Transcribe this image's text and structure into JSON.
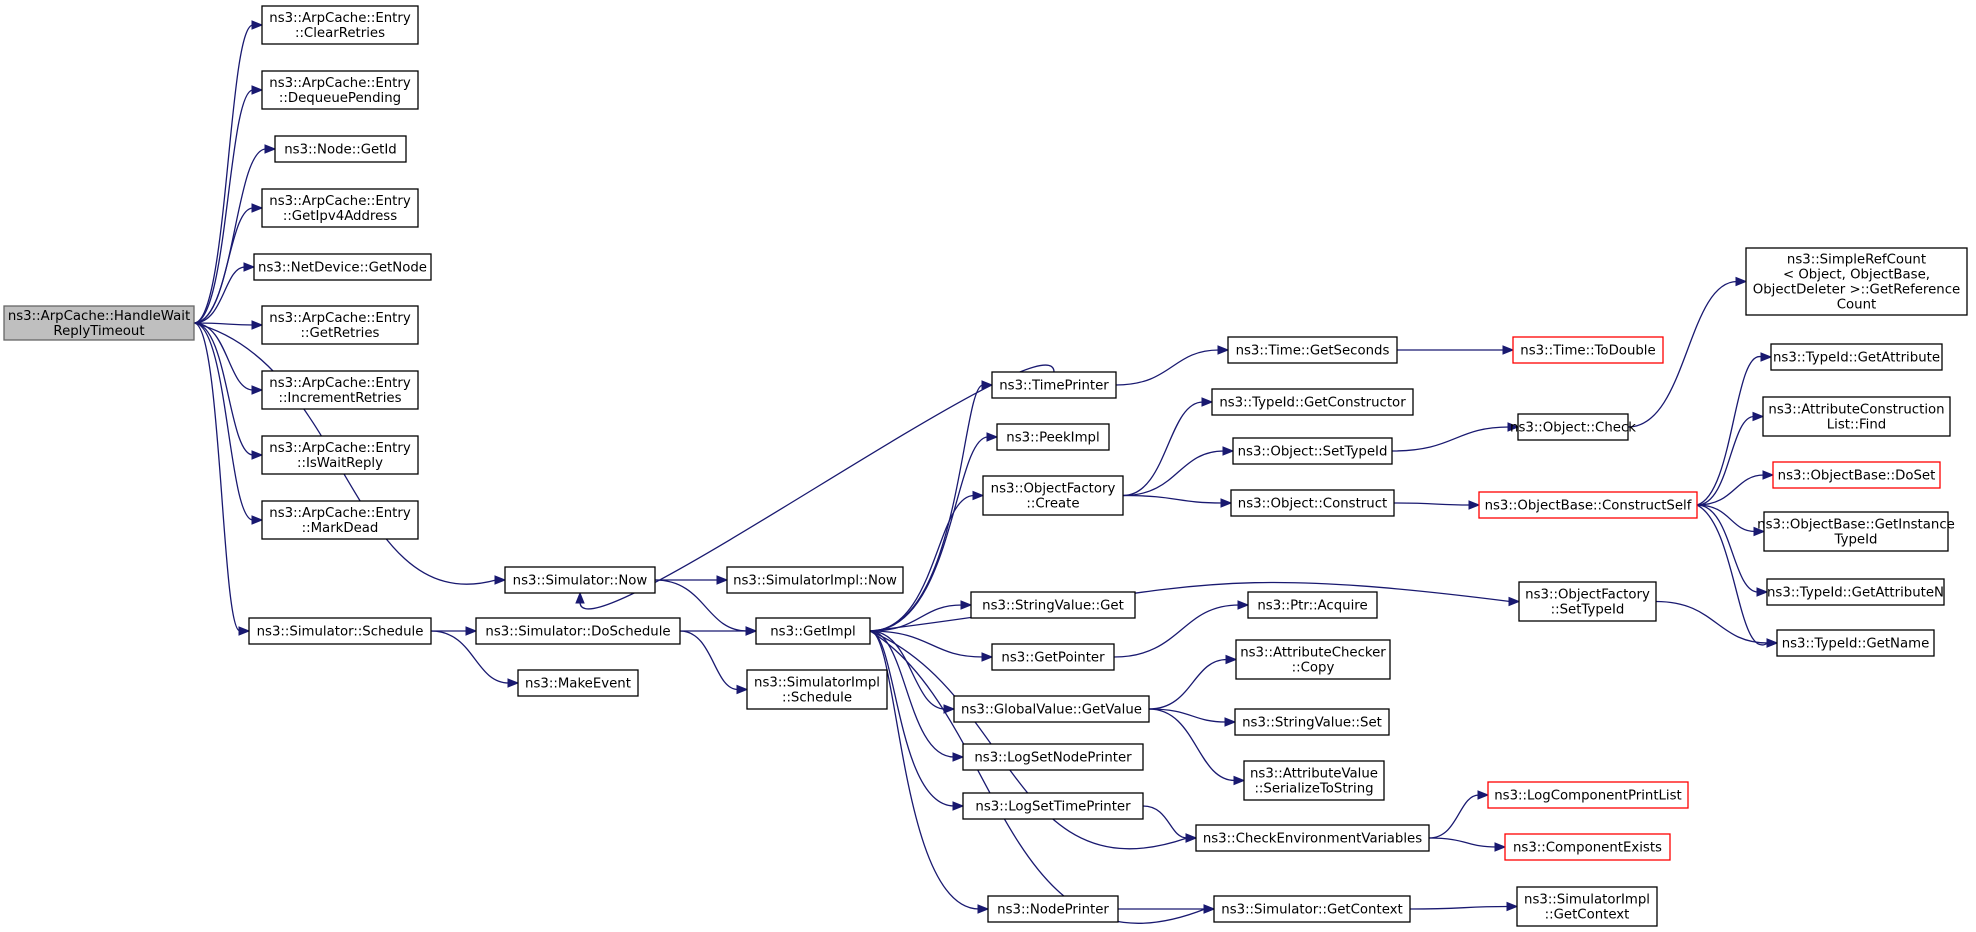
{
  "colors": {
    "edge": "#191970",
    "node_border": "#000000",
    "truncated_border": "#ff0000",
    "root_fill": "#bfbfbf"
  },
  "nodes": [
    {
      "id": "root",
      "lines": [
        "ns3::ArpCache::HandleWait",
        "ReplyTimeout"
      ],
      "style": "root"
    },
    {
      "id": "clearRetries",
      "lines": [
        "ns3::ArpCache::Entry",
        "::ClearRetries"
      ]
    },
    {
      "id": "dequeuePending",
      "lines": [
        "ns3::ArpCache::Entry",
        "::DequeuePending"
      ]
    },
    {
      "id": "nodeGetId",
      "lines": [
        "ns3::Node::GetId"
      ]
    },
    {
      "id": "getIpv4",
      "lines": [
        "ns3::ArpCache::Entry",
        "::GetIpv4Address"
      ]
    },
    {
      "id": "netDevGetNode",
      "lines": [
        "ns3::NetDevice::GetNode"
      ]
    },
    {
      "id": "getRetries",
      "lines": [
        "ns3::ArpCache::Entry",
        "::GetRetries"
      ]
    },
    {
      "id": "incRetries",
      "lines": [
        "ns3::ArpCache::Entry",
        "::IncrementRetries"
      ]
    },
    {
      "id": "isWaitReply",
      "lines": [
        "ns3::ArpCache::Entry",
        "::IsWaitReply"
      ]
    },
    {
      "id": "markDead",
      "lines": [
        "ns3::ArpCache::Entry",
        "::MarkDead"
      ]
    },
    {
      "id": "simNow",
      "lines": [
        "ns3::Simulator::Now"
      ]
    },
    {
      "id": "simSchedule",
      "lines": [
        "ns3::Simulator::Schedule"
      ]
    },
    {
      "id": "simImplNow",
      "lines": [
        "ns3::SimulatorImpl::Now"
      ]
    },
    {
      "id": "doSchedule",
      "lines": [
        "ns3::Simulator::DoSchedule"
      ]
    },
    {
      "id": "makeEvent",
      "lines": [
        "ns3::MakeEvent"
      ]
    },
    {
      "id": "getImpl",
      "lines": [
        "ns3::GetImpl"
      ]
    },
    {
      "id": "simImplSchedule",
      "lines": [
        "ns3::SimulatorImpl",
        "::Schedule"
      ]
    },
    {
      "id": "timePrinter",
      "lines": [
        "ns3::TimePrinter"
      ]
    },
    {
      "id": "peekImpl",
      "lines": [
        "ns3::PeekImpl"
      ]
    },
    {
      "id": "objFactoryCreate",
      "lines": [
        "ns3::ObjectFactory",
        "::Create"
      ]
    },
    {
      "id": "stringValueGet",
      "lines": [
        "ns3::StringValue::Get"
      ]
    },
    {
      "id": "getPointer",
      "lines": [
        "ns3::GetPointer"
      ]
    },
    {
      "id": "globalValueGet",
      "lines": [
        "ns3::GlobalValue::GetValue"
      ]
    },
    {
      "id": "logSetNodePrinter",
      "lines": [
        "ns3::LogSetNodePrinter"
      ]
    },
    {
      "id": "logSetTimePrinter",
      "lines": [
        "ns3::LogSetTimePrinter"
      ]
    },
    {
      "id": "nodePrinter",
      "lines": [
        "ns3::NodePrinter"
      ]
    },
    {
      "id": "timeGetSeconds",
      "lines": [
        "ns3::Time::GetSeconds"
      ]
    },
    {
      "id": "typeIdGetCtor",
      "lines": [
        "ns3::TypeId::GetConstructor"
      ]
    },
    {
      "id": "objSetTypeId",
      "lines": [
        "ns3::Object::SetTypeId"
      ]
    },
    {
      "id": "objConstruct",
      "lines": [
        "ns3::Object::Construct"
      ]
    },
    {
      "id": "ptrAcquire",
      "lines": [
        "ns3::Ptr::Acquire"
      ]
    },
    {
      "id": "attrCheckerCopy",
      "lines": [
        "ns3::AttributeChecker",
        "::Copy"
      ]
    },
    {
      "id": "stringValueSet",
      "lines": [
        "ns3::StringValue::Set"
      ]
    },
    {
      "id": "attrValueSer",
      "lines": [
        "ns3::AttributeValue",
        "::SerializeToString"
      ]
    },
    {
      "id": "checkEnvVars",
      "lines": [
        "ns3::CheckEnvironmentVariables"
      ]
    },
    {
      "id": "simGetContext",
      "lines": [
        "ns3::Simulator::GetContext"
      ]
    },
    {
      "id": "timeToDouble",
      "lines": [
        "ns3::Time::ToDouble"
      ],
      "style": "trunc"
    },
    {
      "id": "objectCheck",
      "lines": [
        "ns3::Object::Check"
      ]
    },
    {
      "id": "constructSelf",
      "lines": [
        "ns3::ObjectBase::ConstructSelf"
      ],
      "style": "trunc"
    },
    {
      "id": "objFactorySetTypeId",
      "lines": [
        "ns3::ObjectFactory",
        "::SetTypeId"
      ]
    },
    {
      "id": "logCompPrintList",
      "lines": [
        "ns3::LogComponentPrintList"
      ],
      "style": "trunc"
    },
    {
      "id": "componentExists",
      "lines": [
        "ns3::ComponentExists"
      ],
      "style": "trunc"
    },
    {
      "id": "simImplGetContext",
      "lines": [
        "ns3::SimulatorImpl",
        "::GetContext"
      ]
    },
    {
      "id": "simpleRefCount",
      "lines": [
        "ns3::SimpleRefCount",
        "< Object, ObjectBase,",
        " ObjectDeleter >::GetReference",
        "Count"
      ]
    },
    {
      "id": "typeIdGetAttr",
      "lines": [
        "ns3::TypeId::GetAttribute"
      ]
    },
    {
      "id": "attrConstrFind",
      "lines": [
        "ns3::AttributeConstruction",
        "List::Find"
      ]
    },
    {
      "id": "objBaseDoSet",
      "lines": [
        "ns3::ObjectBase::DoSet"
      ],
      "style": "trunc"
    },
    {
      "id": "objBaseGetInst",
      "lines": [
        "ns3::ObjectBase::GetInstance",
        "TypeId"
      ]
    },
    {
      "id": "typeIdGetAttrN",
      "lines": [
        "ns3::TypeId::GetAttributeN"
      ]
    },
    {
      "id": "typeIdGetName",
      "lines": [
        "ns3::TypeId::GetName"
      ]
    }
  ],
  "edges": [
    [
      "root",
      "clearRetries"
    ],
    [
      "root",
      "dequeuePending"
    ],
    [
      "root",
      "nodeGetId"
    ],
    [
      "root",
      "getIpv4"
    ],
    [
      "root",
      "netDevGetNode"
    ],
    [
      "root",
      "getRetries"
    ],
    [
      "root",
      "incRetries"
    ],
    [
      "root",
      "isWaitReply"
    ],
    [
      "root",
      "markDead"
    ],
    [
      "root",
      "simNow"
    ],
    [
      "root",
      "simSchedule"
    ],
    [
      "simNow",
      "simImplNow"
    ],
    [
      "simNow",
      "getImpl"
    ],
    [
      "simSchedule",
      "doSchedule"
    ],
    [
      "simSchedule",
      "makeEvent"
    ],
    [
      "doSchedule",
      "getImpl"
    ],
    [
      "doSchedule",
      "simImplSchedule"
    ],
    [
      "getImpl",
      "timePrinter"
    ],
    [
      "getImpl",
      "peekImpl"
    ],
    [
      "getImpl",
      "objFactoryCreate"
    ],
    [
      "getImpl",
      "objFactorySetTypeId"
    ],
    [
      "getImpl",
      "stringValueGet"
    ],
    [
      "getImpl",
      "getPointer"
    ],
    [
      "getImpl",
      "globalValueGet"
    ],
    [
      "getImpl",
      "logSetNodePrinter"
    ],
    [
      "getImpl",
      "logSetTimePrinter"
    ],
    [
      "getImpl",
      "nodePrinter"
    ],
    [
      "getImpl",
      "checkEnvVars"
    ],
    [
      "getImpl",
      "simGetContext"
    ],
    [
      "timePrinter",
      "simNow"
    ],
    [
      "timePrinter",
      "timeGetSeconds"
    ],
    [
      "timeGetSeconds",
      "timeToDouble"
    ],
    [
      "objFactoryCreate",
      "typeIdGetCtor"
    ],
    [
      "objFactoryCreate",
      "objSetTypeId"
    ],
    [
      "objFactoryCreate",
      "objConstruct"
    ],
    [
      "objSetTypeId",
      "objectCheck"
    ],
    [
      "objectCheck",
      "simpleRefCount"
    ],
    [
      "objConstruct",
      "constructSelf"
    ],
    [
      "constructSelf",
      "typeIdGetAttr"
    ],
    [
      "constructSelf",
      "attrConstrFind"
    ],
    [
      "constructSelf",
      "objBaseDoSet"
    ],
    [
      "constructSelf",
      "objBaseGetInst"
    ],
    [
      "constructSelf",
      "typeIdGetAttrN"
    ],
    [
      "constructSelf",
      "typeIdGetName"
    ],
    [
      "objFactorySetTypeId",
      "typeIdGetName"
    ],
    [
      "getPointer",
      "ptrAcquire"
    ],
    [
      "globalValueGet",
      "attrCheckerCopy"
    ],
    [
      "globalValueGet",
      "stringValueSet"
    ],
    [
      "globalValueGet",
      "attrValueSer"
    ],
    [
      "logSetTimePrinter",
      "checkEnvVars"
    ],
    [
      "checkEnvVars",
      "logCompPrintList"
    ],
    [
      "checkEnvVars",
      "componentExists"
    ],
    [
      "nodePrinter",
      "simGetContext"
    ],
    [
      "simGetContext",
      "simImplGetContext"
    ]
  ]
}
